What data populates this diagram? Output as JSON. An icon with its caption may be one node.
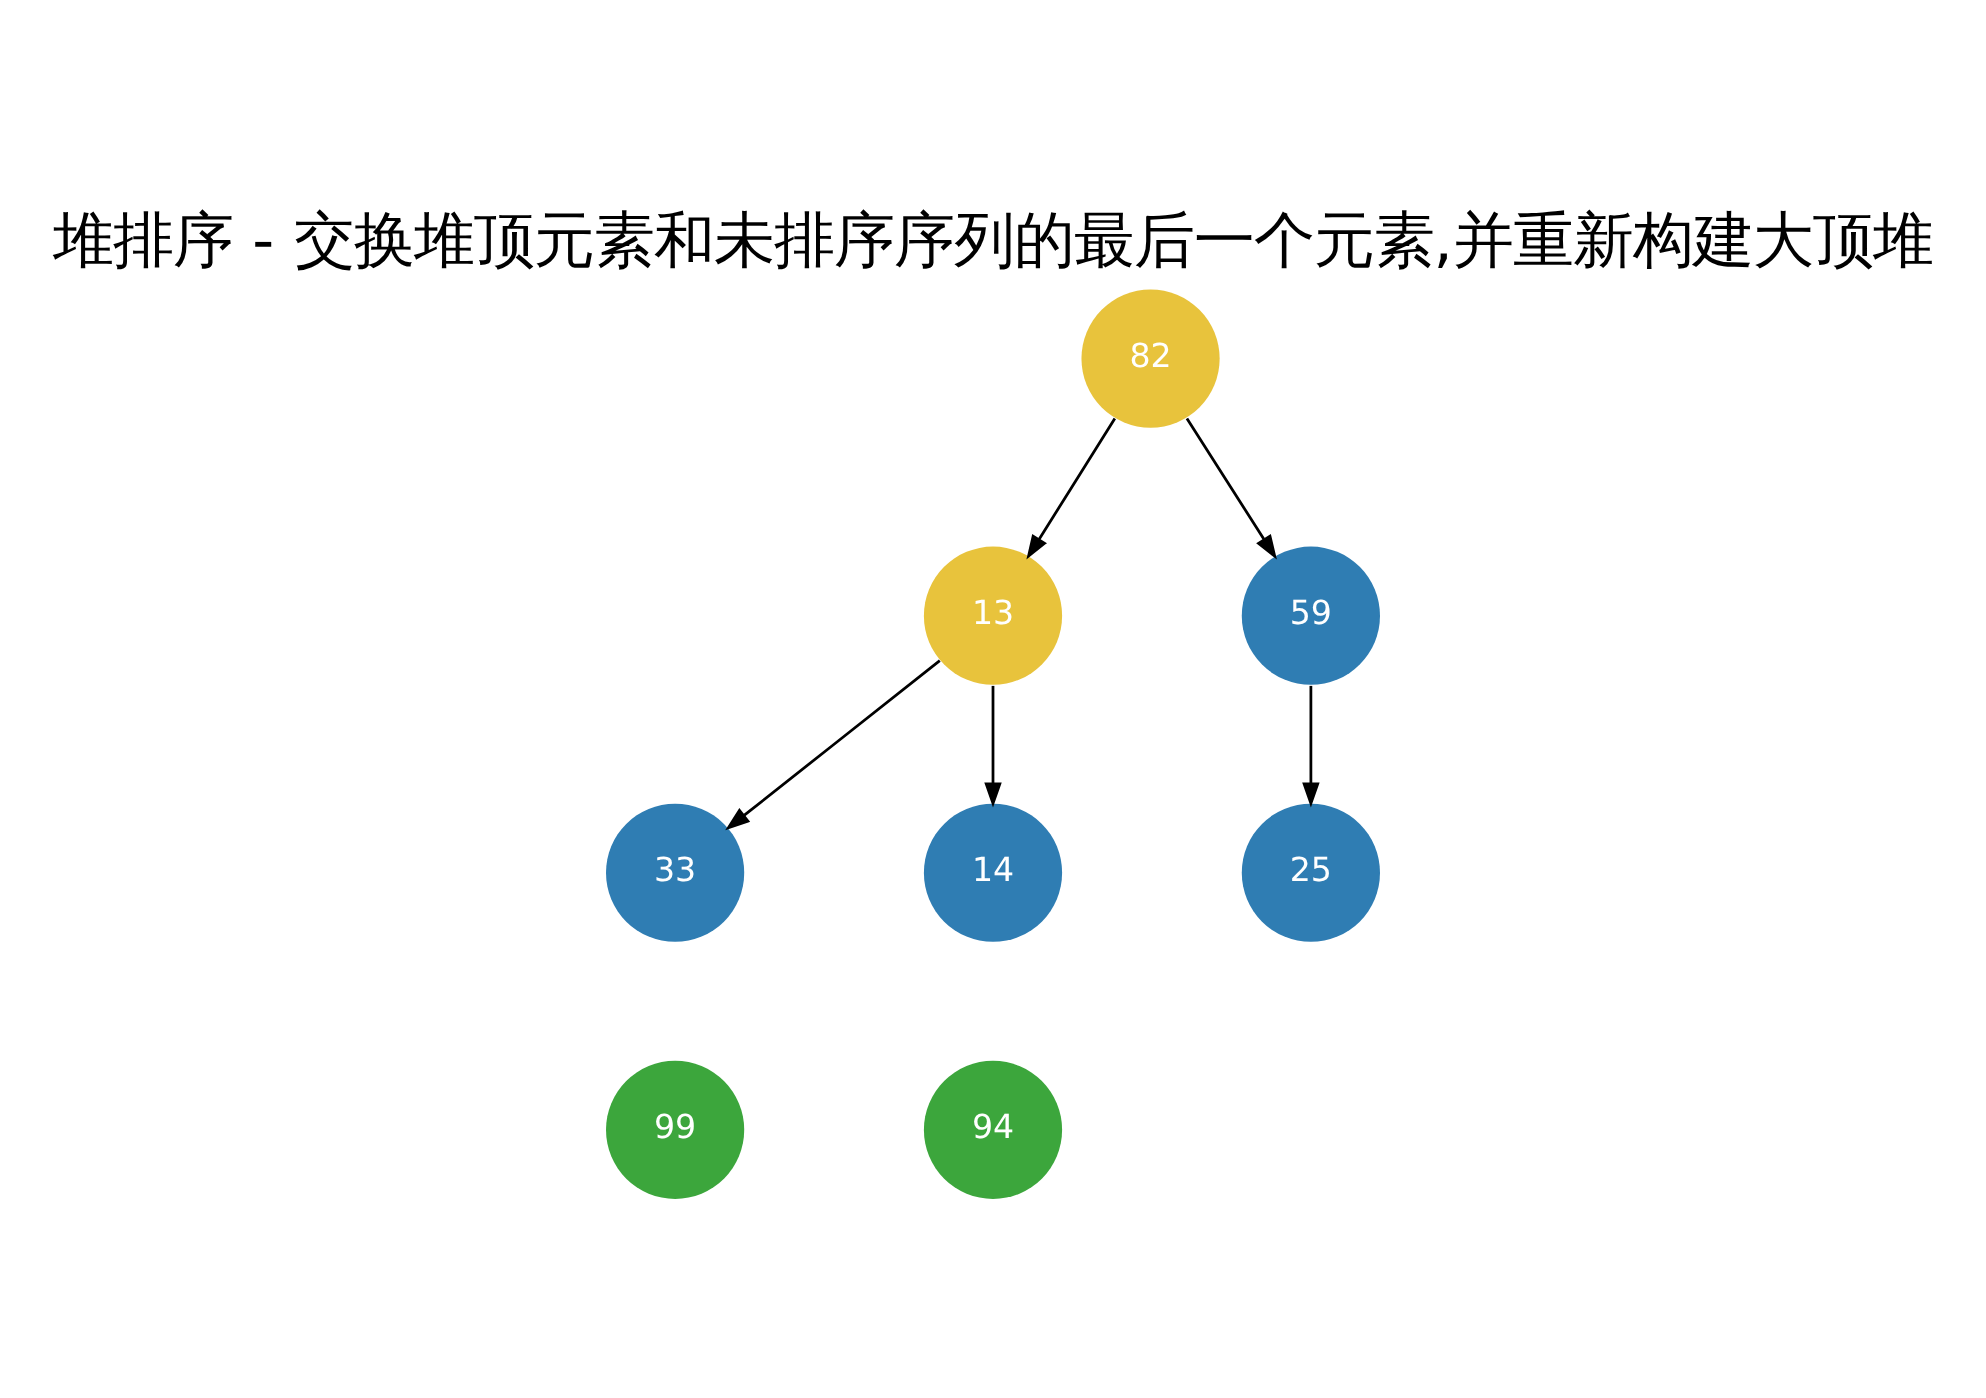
{
  "diagram": {
    "title": "堆排序 - 交换堆顶元素和未排序序列的最后一个元素,并重新构建大顶堆",
    "nodes": [
      {
        "text": [
          "82"
        ]
      },
      {
        "text": [
          "13"
        ]
      },
      {
        "text": [
          "59"
        ]
      },
      {
        "text": [
          "33"
        ]
      },
      {
        "text": [
          "14"
        ]
      },
      {
        "text": [
          "25"
        ]
      },
      {
        "text": [
          "99"
        ]
      },
      {
        "text": [
          "94"
        ]
      }
    ],
    "edges": [
      {
        "from": 0,
        "to": 1,
        "arrow": "to"
      },
      {
        "from": 0,
        "to": 2,
        "arrow": "to"
      },
      {
        "from": 1,
        "to": 3,
        "arrow": "to"
      },
      {
        "from": 1,
        "to": 4,
        "arrow": "to"
      },
      {
        "from": 2,
        "to": 5,
        "arrow": "to"
      }
    ]
  }
}
